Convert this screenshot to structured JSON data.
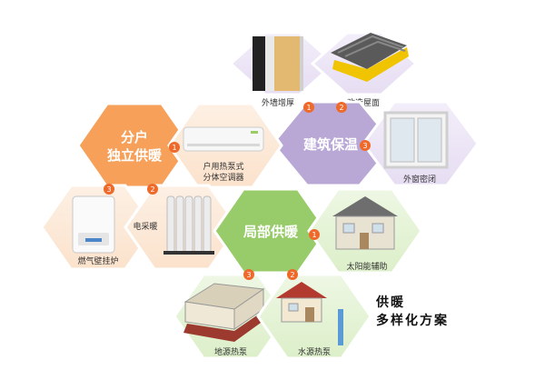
{
  "categories": {
    "building": {
      "title": "建筑保温",
      "color": "#b9a8d6"
    },
    "household": {
      "title_lines": [
        "分户",
        "独立供暖"
      ],
      "color": "#f6a05a"
    },
    "local": {
      "title": "局部供暖",
      "color": "#98cc6a"
    }
  },
  "items": {
    "wall": {
      "label": "外墙增厚",
      "badge": "1"
    },
    "roof": {
      "label": "改造屋面",
      "badge": "2"
    },
    "window": {
      "label": "外窗密闭",
      "badge": "3"
    },
    "heatpump_ac": {
      "label_lines": [
        "户用热泵式",
        "分体空调器"
      ],
      "badge": "1"
    },
    "electric_heater": {
      "label": "电采暖",
      "badge": "2"
    },
    "gas_boiler": {
      "label": "燃气壁挂炉",
      "badge": "3"
    },
    "solar": {
      "label": "太阳能辅助",
      "badge": "1"
    },
    "water_pump": {
      "label": "水源热泵",
      "badge": "2"
    },
    "ground_pump": {
      "label": "地源热泵",
      "badge": "3"
    }
  },
  "footer": {
    "line1": "供暖",
    "line2": "多样化方案"
  },
  "colors": {
    "badge": "#ef6a2a",
    "hex_fill": "#ffffff"
  }
}
